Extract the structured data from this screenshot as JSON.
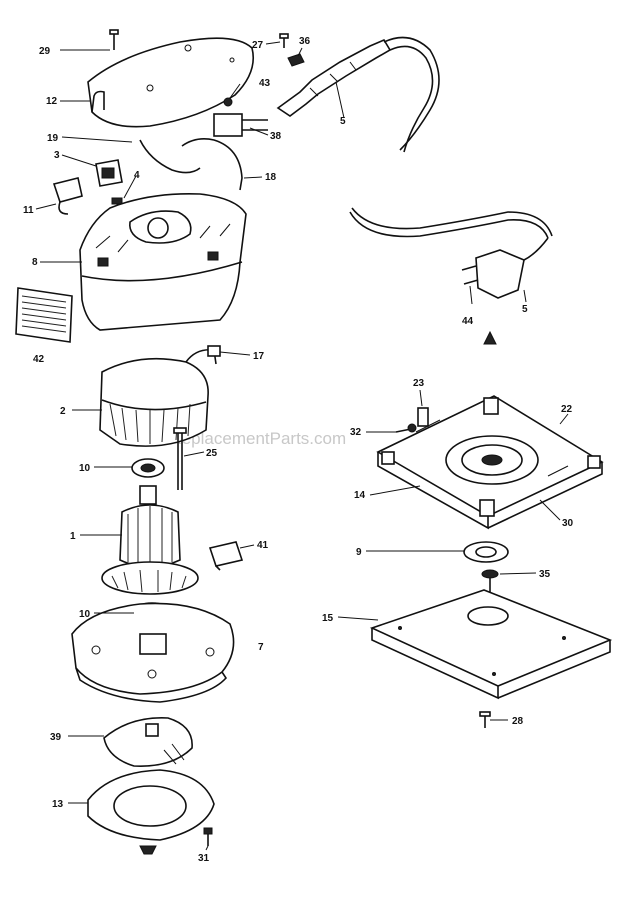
{
  "watermark": "eReplacementParts.com",
  "callouts": {
    "c29": "29",
    "c12": "12",
    "c27": "27",
    "c36": "36",
    "c43": "43",
    "c5a": "5",
    "c19": "19",
    "c38": "38",
    "c3": "3",
    "c4": "4",
    "c18": "18",
    "c11": "11",
    "c8": "8",
    "c42": "42",
    "c44": "44",
    "c5b": "5",
    "c17": "17",
    "c2": "2",
    "c23": "23",
    "c22": "22",
    "c32": "32",
    "c25": "25",
    "c10a": "10",
    "c14": "14",
    "c30": "30",
    "c1": "1",
    "c41": "41",
    "c9": "9",
    "c35": "35",
    "c10b": "10",
    "c15": "15",
    "c7": "7",
    "c28": "28",
    "c39": "39",
    "c13": "13",
    "c31": "31"
  }
}
